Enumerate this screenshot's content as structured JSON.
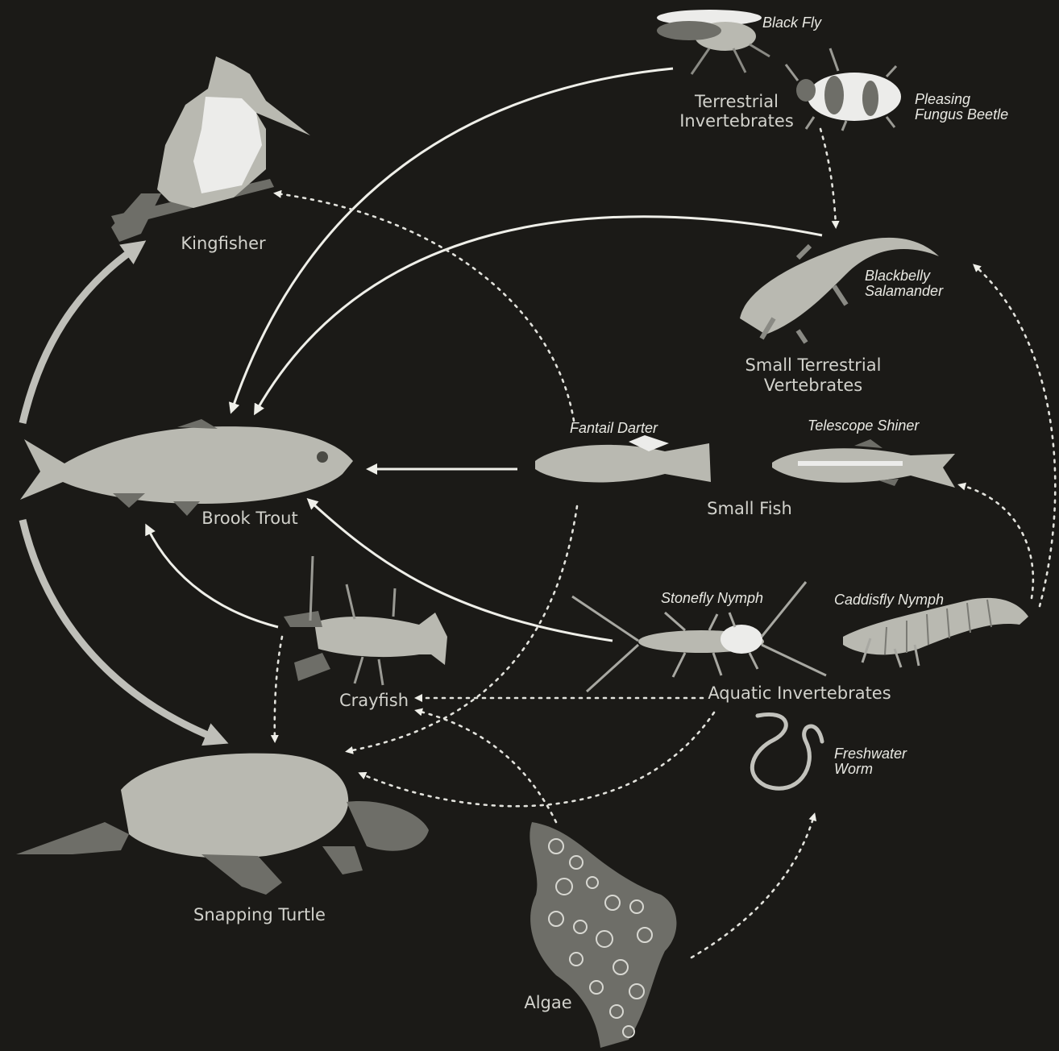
{
  "groups": {
    "terrestrial_invertebrates": [
      "Terrestrial",
      "Invertebrates"
    ],
    "small_terrestrial_vertebrates": [
      "Small Terrestrial",
      "Vertebrates"
    ],
    "small_fish": "Small Fish",
    "aquatic_invertebrates": "Aquatic Invertebrates"
  },
  "organisms": {
    "kingfisher": "Kingfisher",
    "brook_trout": "Brook Trout",
    "snapping_turtle": "Snapping Turtle",
    "crayfish": "Crayfish",
    "algae": "Algae"
  },
  "species": {
    "black_fly": "Black Fly",
    "pleasing_fungus_beetle": [
      "Pleasing",
      "Fungus Beetle"
    ],
    "blackbelly_salamander": [
      "Blackbelly",
      "Salamander"
    ],
    "fantail_darter": "Fantail Darter",
    "telescope_shiner": "Telescope Shiner",
    "stonefly_nymph": "Stonefly Nymph",
    "caddisfly_nymph": "Caddisfly Nymph",
    "freshwater_worm": [
      "Freshwater",
      "Worm"
    ]
  },
  "colors": {
    "background": "#1b1a17",
    "arrow": "#efefe9",
    "label": "#d2d2cc"
  }
}
